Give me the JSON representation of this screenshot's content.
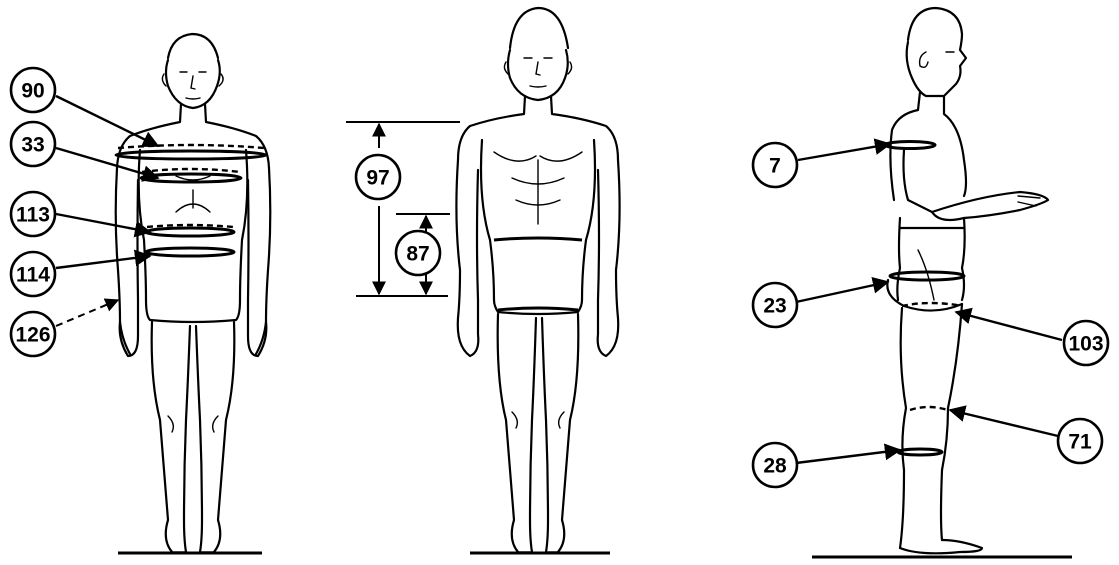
{
  "figures": {
    "front_view": {
      "labels": {
        "circumference_a": "90",
        "circumference_b": "33",
        "circumference_c": "113",
        "circumference_d": "114",
        "circumference_e": "126"
      }
    },
    "front_heights": {
      "labels": {
        "height_a": "97",
        "height_b": "87"
      }
    },
    "side_view": {
      "labels": {
        "circumference_a": "7",
        "circumference_b": "23",
        "circumference_c": "103",
        "circumference_d": "71",
        "circumference_e": "28"
      }
    }
  },
  "colors": {
    "ink": "#000000",
    "paper": "#ffffff"
  }
}
